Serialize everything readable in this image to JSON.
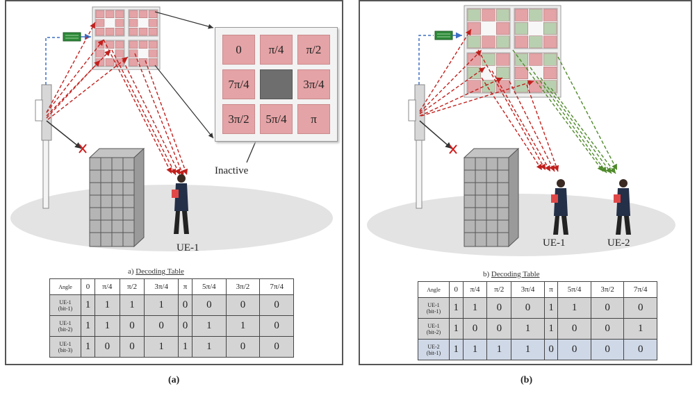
{
  "panel_a": {
    "zoom_cells": [
      "0",
      "π/4",
      "π/2",
      "7π/4",
      "",
      "3π/4",
      "3π/2",
      "5π/4",
      "π"
    ],
    "inactive_label": "Inactive",
    "ue_labels": [
      "UE-1"
    ],
    "caption_prefix": "a) ",
    "caption_link": "Decoding Table",
    "table": {
      "header": [
        "Angle",
        "0",
        "π/4",
        "π/2",
        "3π/4",
        "π",
        "5π/4",
        "3π/2",
        "7π/4"
      ],
      "rows": [
        {
          "label1": "UE-1",
          "label2": "(bit-1)",
          "values": [
            "1",
            "1",
            "1",
            "1",
            "0",
            "0",
            "0",
            "0"
          ]
        },
        {
          "label1": "UE-1",
          "label2": "(bit-2)",
          "values": [
            "1",
            "1",
            "0",
            "0",
            "0",
            "1",
            "1",
            "0"
          ]
        },
        {
          "label1": "UE-1",
          "label2": "(bit-3)",
          "values": [
            "1",
            "0",
            "0",
            "1",
            "1",
            "1",
            "0",
            "0"
          ]
        }
      ]
    },
    "subfigure_label": "(a)"
  },
  "panel_b": {
    "ue_labels": [
      "UE-1",
      "UE-2"
    ],
    "caption_prefix": "b) ",
    "caption_link": "Decoding Table",
    "table": {
      "header": [
        "Angle",
        "0",
        "π/4",
        "π/2",
        "3π/4",
        "π",
        "5π/4",
        "3π/2",
        "7π/4"
      ],
      "rows": [
        {
          "label1": "UE-1",
          "label2": "(bit-1)",
          "values": [
            "1",
            "1",
            "0",
            "0",
            "1",
            "1",
            "0",
            "0"
          ]
        },
        {
          "label1": "UE-1",
          "label2": "(bit-2)",
          "values": [
            "1",
            "0",
            "0",
            "1",
            "1",
            "0",
            "0",
            "1"
          ]
        },
        {
          "label1": "UE-2",
          "label2": "(bit-1)",
          "values": [
            "1",
            "1",
            "1",
            "1",
            "0",
            "0",
            "0",
            "0"
          ]
        }
      ]
    },
    "subfigure_label": "(b)"
  },
  "colors": {
    "ris_red": "#e4a3a6",
    "ris_green": "#b9d0b0",
    "beam_red": "#c0201d",
    "beam_green": "#4f8a2b",
    "control_blue": "#3b6fc4",
    "row_gray": "#d4d4d4",
    "row_blue": "#cfd8e6"
  },
  "icons": [
    "base-station-icon",
    "controller-board-icon",
    "building-icon",
    "person-icon",
    "blocked-x-icon"
  ]
}
